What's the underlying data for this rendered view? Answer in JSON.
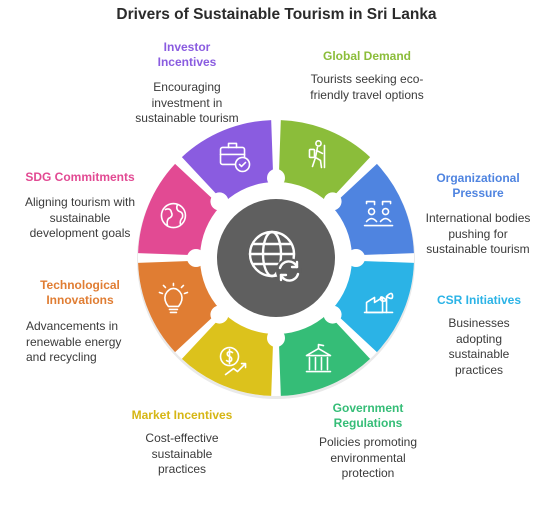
{
  "title": "Drivers of Sustainable Tourism in Sri Lanka",
  "center_icon": "globe-refresh-icon",
  "segments": [
    {
      "title": "Global Demand",
      "description": "Tourists seeking eco-friendly travel options",
      "color": "#8bbd3a",
      "icon": "hiker-icon"
    },
    {
      "title": "Organizational Pressure",
      "description": "International bodies pushing for sustainable tourism",
      "color": "#4f84e0",
      "icon": "people-network-icon"
    },
    {
      "title": "CSR Initiatives",
      "description": "Businesses adopting sustainable practices",
      "color": "#2bb3e6",
      "icon": "plant-factory-icon"
    },
    {
      "title": "Government Regulations",
      "description": "Policies promoting environmental protection",
      "color": "#35bd77",
      "icon": "government-building-icon"
    },
    {
      "title": "Market Incentives",
      "description": "Cost-effective sustainable practices",
      "color": "#dcc21c",
      "icon": "money-growth-icon"
    },
    {
      "title": "Technological Innovations",
      "description": "Advancements in renewable energy and recycling",
      "color": "#e07d33",
      "icon": "lightbulb-icon"
    },
    {
      "title": "SDG Commitments",
      "description": "Aligning tourism with sustainable development goals",
      "color": "#e24a93",
      "icon": "globe-icon"
    },
    {
      "title": "Investor Incentives",
      "description": "Encouraging investment in sustainable tourism",
      "color": "#8a5ce0",
      "icon": "briefcase-check-icon"
    }
  ]
}
